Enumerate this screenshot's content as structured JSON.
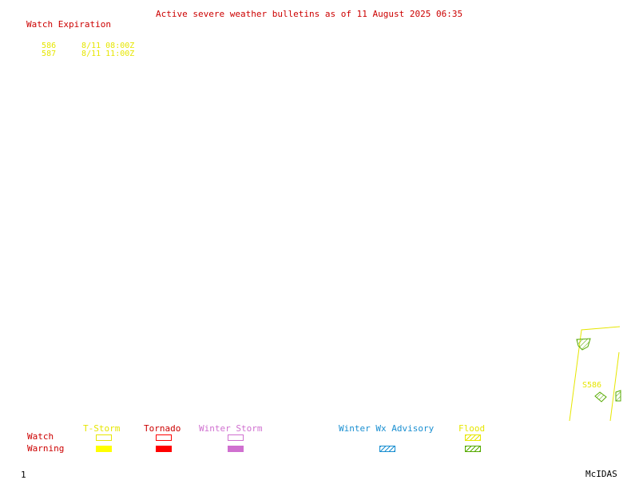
{
  "title": "Active severe weather bulletins as of 11 August 2025 06:35",
  "watch_expiration": {
    "header": "Watch Expiration",
    "watches": [
      {
        "number": "586",
        "expires": "8/11 08:00Z"
      },
      {
        "number": "587",
        "expires": "8/11 11:00Z"
      }
    ]
  },
  "map": {
    "watch_label": "S586",
    "colors": {
      "tstorm": "#e6e600",
      "tornado": "#ff0000",
      "winter_storm": "#d070d0",
      "winter_wx_advisory": "#1a8fd1",
      "flood": "#55aa00"
    }
  },
  "legend": {
    "row_watch": "Watch",
    "row_warning": "Warning",
    "columns": {
      "tstorm": "T-Storm",
      "tornado": "Tornado",
      "winter_storm": "Winter Storm",
      "winter_wx_advisory": "Winter Wx Advisory",
      "flood": "Flood"
    }
  },
  "footer": {
    "page_number": "1",
    "brand": "McIDAS"
  }
}
